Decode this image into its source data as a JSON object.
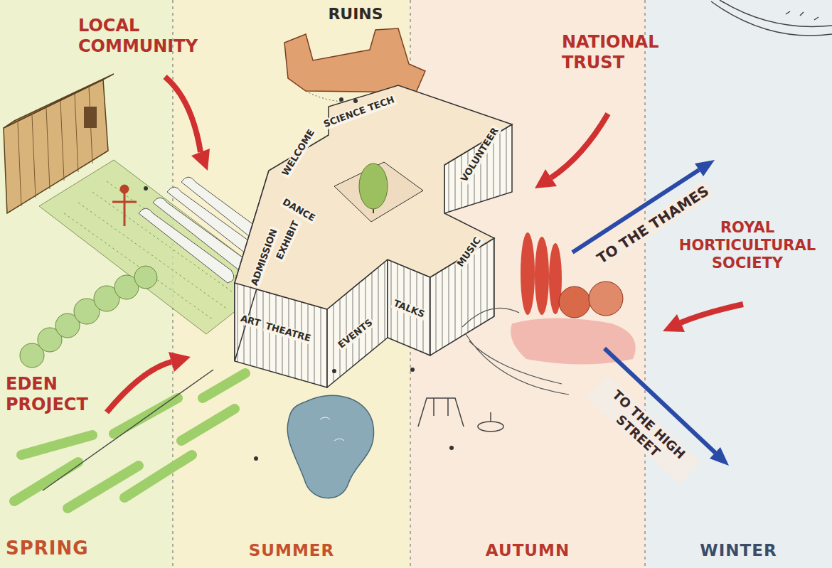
{
  "diagram": {
    "nodes": [
      {
        "text": [
          "WELCOME",
          "SCIENCE TECH",
          "VOLUNTEER",
          "DANCE",
          "EXHIBIT",
          "MUSIC",
          "ADMISSION",
          "ART",
          "THEATRE",
          "EVENTS",
          "TALKS"
        ]
      },
      {
        "text": [
          "SPRING"
        ]
      },
      {
        "text": [
          "SUMMER"
        ]
      },
      {
        "text": [
          "AUTUMN"
        ]
      },
      {
        "text": [
          "WINTER"
        ]
      }
    ],
    "labels": [
      "LOCAL COMMUNITY",
      "RUINS",
      "NATIONAL TRUST",
      "ROYAL HORTICULTURAL SOCIETY",
      "TO THE THAMES",
      "EDEN PROJECT",
      "TO THE HIGH STREET"
    ]
  }
}
